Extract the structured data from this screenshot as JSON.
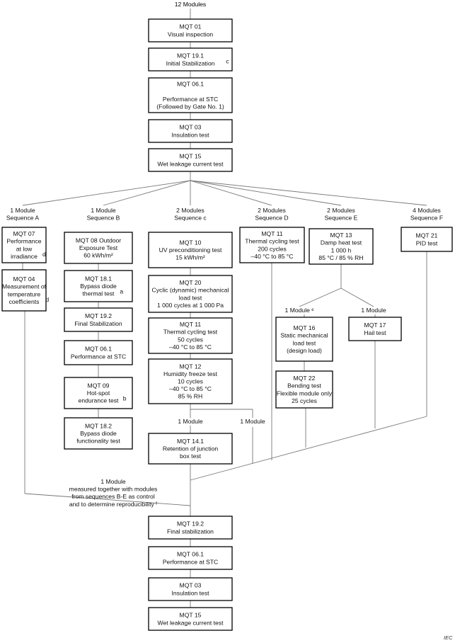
{
  "top_label": "12 Modules",
  "credit": "IEC",
  "boxes": {
    "mqt01": [
      "MQT 01",
      "Visual inspection"
    ],
    "mqt19_1": [
      "MQT 19.1",
      "Initial Stabilization"
    ],
    "mqt06_1_top": [
      "MQT 06.1",
      "",
      "Performance at STC",
      "(Followed by Gate No. 1)"
    ],
    "mqt03_top": [
      "MQT 03",
      "Insulation test"
    ],
    "mqt15_top": [
      "MQT 15",
      "Wet leakage current test"
    ],
    "a_mqt07": [
      "MQT 07",
      "Performance",
      "at low",
      "irradiance"
    ],
    "a_mqt04": [
      "MQT 04",
      "Measurement of",
      "temperature",
      "coefficients"
    ],
    "b_mqt08": [
      "MQT 08 Outdoor",
      "Exposure Test",
      "60 kWh/m²"
    ],
    "b_mqt18_1": [
      "MQT 18.1",
      "Bypass diode",
      "thermal test"
    ],
    "b_mqt19_2": [
      "MQT 19.2",
      "Final Stabilization"
    ],
    "b_mqt06_1": [
      "MQT 06.1",
      "Performance at STC"
    ],
    "b_mqt09": [
      "MQT 09",
      "Hot-spot",
      "endurance test"
    ],
    "b_mqt18_2": [
      "MQT 18.2",
      "Bypass diode",
      "functionality test"
    ],
    "c_mqt10": [
      "MQT 10",
      "UV preconditioning test",
      "15 kWh/m²"
    ],
    "c_mqt20": [
      "MQT 20",
      "Cyclic (dynamic) mechanical",
      "load test",
      "1 000 cycles at 1 000 Pa"
    ],
    "c_mqt11": [
      "MQT 11",
      "Thermal cycling test",
      "50 cycles",
      "–40 °C to 85 °C"
    ],
    "c_mqt12": [
      "MQT 12",
      "Humidity freeze test",
      "10 cycles",
      "–40 °C to 85 °C",
      "85 % RH"
    ],
    "c_mqt14_1": [
      "MQT 14.1",
      "Retention of junction",
      "box test"
    ],
    "d_mqt11": [
      "MQT 11",
      "Thermal cycling test",
      "200 cycles",
      "–40 °C to 85 °C"
    ],
    "e_mqt13": [
      "MQT 13",
      "Damp heat test",
      "1 000 h",
      "85 °C / 85 % RH"
    ],
    "e_mqt16": [
      "MQT 16",
      "Static mechanical",
      "load test",
      "(design load)"
    ],
    "e_mqt22": [
      "MQT 22",
      "Bending test",
      "Flexible module only",
      "25 cycles"
    ],
    "e_mqt17": [
      "MQT 17",
      "Hail test"
    ],
    "f_mqt21": [
      "MQT 21",
      "PID test"
    ],
    "mqt19_2_bottom": [
      "MQT 19.2",
      "Final stabilization"
    ],
    "mqt06_1_bottom": [
      "MQT 06.1",
      "Performance at STC"
    ],
    "mqt03_bottom": [
      "MQT 03",
      "Insulation test"
    ],
    "mqt15_bottom": [
      "MQT 15",
      "Wet leakage current test"
    ]
  },
  "superscripts": {
    "mqt19_1": "c",
    "a_mqt07": "d",
    "a_mqt04": "d",
    "b_mqt18_1": "a",
    "b_mqt09": "b"
  },
  "labels": {
    "seq_a": [
      "1 Module",
      "Sequence A"
    ],
    "seq_b": [
      "1 Module",
      "Sequence B"
    ],
    "seq_c": [
      "2 Modules",
      "Sequence c"
    ],
    "seq_d": [
      "2 Modules",
      "Sequence D"
    ],
    "seq_e": [
      "2 Modules",
      "Sequence E"
    ],
    "seq_f": [
      "4 Modules",
      "Sequence F"
    ],
    "e_left_branch": [
      "1 Module ᵉ"
    ],
    "e_right_branch": [
      "1 Module"
    ],
    "c_left_branch": [
      "1 Module"
    ],
    "c_right_branch": [
      "1 Module"
    ],
    "control_note": [
      "1 Module",
      "measured together with modules",
      "from sequences B-E as control",
      "and to determine reproducibility ᶠ"
    ]
  }
}
